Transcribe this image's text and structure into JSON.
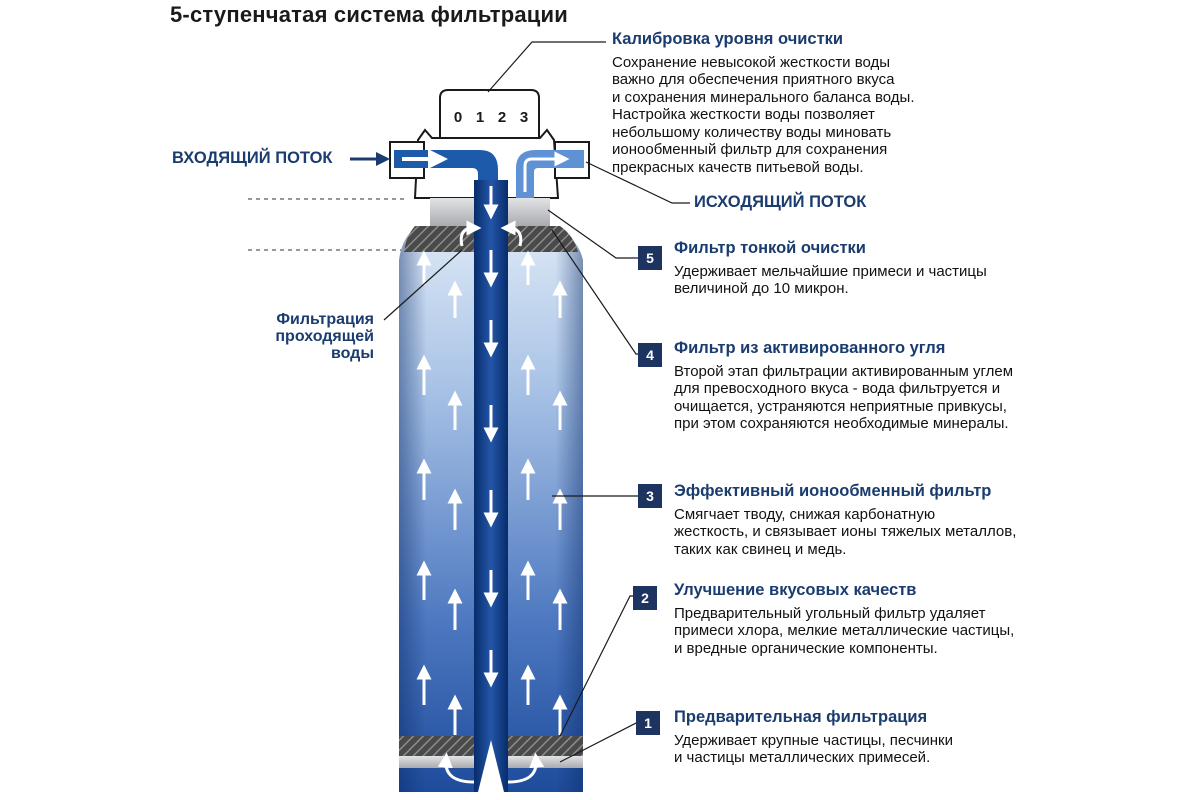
{
  "title": "5-ступенчатая система фильтрации",
  "calibration": {
    "heading": "Калибровка уровня очистки",
    "text": "Сохранение невысокой жесткости воды\nважно для обеспечения приятного вкуса\nи сохранения минерального баланса воды.\nНастройка жесткости воды позволяет\nнебольшому количеству воды миновать\nионообменный фильтр для сохранения\nпрекрасных качеств питьевой воды.",
    "dial_digits": [
      "0",
      "1",
      "2",
      "3"
    ]
  },
  "inflow_label": "ВХОДЯЩИЙ ПОТОК",
  "outflow_label": "ИСХОДЯЩИЙ ПОТОК",
  "filtration_label": "Фильтрация\nпроходящей\nводы",
  "stages": [
    {
      "number": "5",
      "heading": "Фильтр тонкой очистки",
      "text": "Удерживает мельчайшие примеси и частицы\nвеличиной до 10 микрон."
    },
    {
      "number": "4",
      "heading": "Фильтр из активированного угля",
      "text": "Второй этап фильтрации активированным углем\nдля превосходного вкуса - вода фильтруется и\nочищается, устраняются неприятные привкусы,\nпри этом сохраняются необходимые минералы."
    },
    {
      "number": "3",
      "heading": "Эффективный ионообменный фильтр",
      "text": "Смягчает тводу, снижая карбонатную\nжесткость, и связывает ионы тяжелых металлов,\nтаких как свинец и медь."
    },
    {
      "number": "2",
      "heading": "Улучшение вкусовых качеств",
      "text": "Предварительный угольный фильтр удаляет\nпримеси хлора, мелкие металлические частицы,\nи вредные органические компоненты."
    },
    {
      "number": "1",
      "heading": "Предварительная фильтрация",
      "text": "Удерживает крупные частицы, песчинки\nи частицы металлических примесей."
    }
  ],
  "colors": {
    "accent": "#1a3c6e",
    "badge": "#1d3461",
    "tube_dark": "#0b3a82",
    "body_light": "#aac4e6",
    "body_dark": "#1e4c9c",
    "filter_grey": "#c7c9cc"
  }
}
